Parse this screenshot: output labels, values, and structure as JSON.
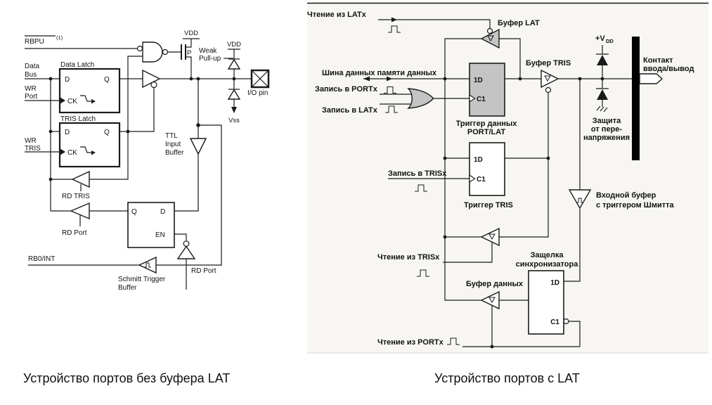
{
  "colors": {
    "ink": "#1a1a1a",
    "shaded_fill": "#c4c4c4",
    "scan_background": "#f7f6f2",
    "io_bar": "#000000"
  },
  "figures": {
    "left": {
      "caption": "Устройство портов без буфера LAT",
      "labels": {
        "rbpu": "RBPU",
        "rbpu_note": "(1)",
        "vdd": "VDD",
        "vss": "Vss",
        "p": "P",
        "weak_1": "Weak",
        "weak_2": "Pull-up",
        "data_bus_1": "Data",
        "data_bus_2": "Bus",
        "data_latch": "Data Latch",
        "tris_latch": "TRIS Latch",
        "d": "D",
        "q": "Q",
        "ck": "CK",
        "en": "EN",
        "wr": "WR",
        "port": "Port",
        "tris": "TRIS",
        "io_pin": "I/O pin",
        "ttl_1": "TTL",
        "ttl_2": "Input",
        "buffer": "Buffer",
        "rd_tris": "RD TRIS",
        "rd_port": "RD Port",
        "rb0_int": "RB0/INT",
        "schmitt_1": "Schmitt Trigger"
      }
    },
    "right": {
      "caption": "Устройство портов с LAT",
      "labels": {
        "read_latx": "Чтение из LATx",
        "buf_lat": "Буфер LAT",
        "data_bus": "Шина данных памяти данных",
        "write_portx": "Запись в PORTx",
        "write_latx": "Запись в LATx",
        "trig_data_1": "Триггер данных",
        "trig_data_2": "PORT/LAT",
        "buf_tris": "Буфер TRIS",
        "vdd_plus": "+V",
        "vdd_sub": "DD",
        "prot_1": "Защита",
        "prot_2": "от пере-",
        "prot_3": "напряжения",
        "pin_1": "Контакт",
        "pin_2": "ввода/вывод",
        "write_trisx": "Запись в TRISx",
        "trig_tris": "Триггер TRIS",
        "read_trisx": "Чтение из TRISx",
        "input_buf_1": "Входной буфер",
        "input_buf_2": "с триггером Шмитта",
        "buf_data": "Буфер данных",
        "latch_1": "Защелка",
        "latch_2": "синхронизатора",
        "read_portx": "Чтение из PORTx",
        "d1": "1D",
        "c1": "C1"
      }
    }
  }
}
